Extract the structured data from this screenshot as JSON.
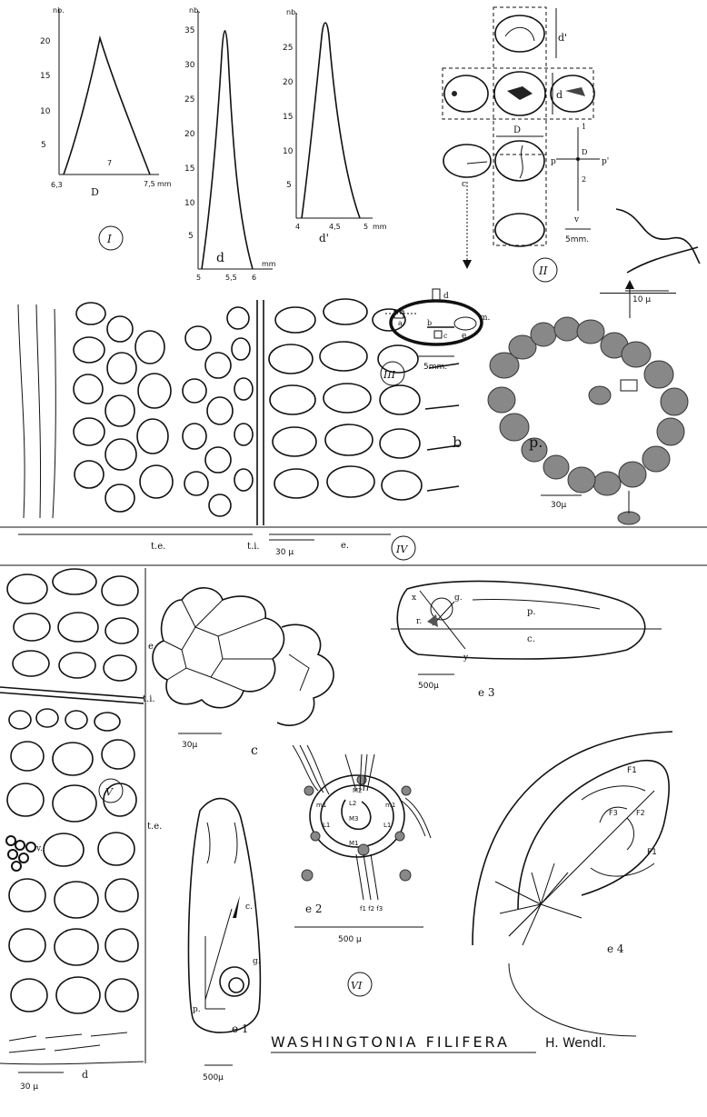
{
  "plate": {
    "title": "WASHINGTONIA FILIFERA",
    "author": "H. Wendl."
  },
  "roman_numerals": [
    "I",
    "II",
    "III",
    "IV",
    "V",
    "VI"
  ],
  "graph_I": {
    "y_unit": "nb.",
    "y_ticks": [
      "5",
      "10",
      "15",
      "20"
    ],
    "x_ticks": [
      "6,3",
      "7",
      "7,5"
    ],
    "x_unit": "mm",
    "var": "D"
  },
  "graph_d": {
    "y_unit": "nb.",
    "y_ticks": [
      "5",
      "10",
      "15",
      "20",
      "25",
      "30",
      "35"
    ],
    "x_ticks": [
      "5",
      "5,5",
      "6"
    ],
    "x_unit": "mm",
    "var": "d"
  },
  "graph_dp": {
    "y_unit": "nb.",
    "y_ticks": [
      "5",
      "10",
      "15",
      "20",
      "25"
    ],
    "x_ticks": [
      "4",
      "4,5",
      "5"
    ],
    "x_unit": "mm",
    "var": "d'"
  },
  "fig_II": {
    "labels": [
      "d'",
      "d",
      "D",
      "c",
      "p",
      "p'",
      "1",
      "2",
      "D",
      "v"
    ],
    "scale": "5mm."
  },
  "fig_III": {
    "labels": [
      "d",
      "a",
      "b",
      "c",
      "m.",
      "e"
    ],
    "scale": "5mm."
  },
  "fig_IV": {
    "labels": [
      "t.e.",
      "t.i.",
      "e.",
      "a",
      "b",
      "p."
    ],
    "scale_main": "30 μ",
    "scale_b": "30μ",
    "scale_detail": "10 μ"
  },
  "fig_V": {
    "labels": [
      "e.",
      "t.i.",
      "t.e.",
      "v.",
      "d",
      "c"
    ],
    "scale_left": "30 μ",
    "scale_c": "30μ"
  },
  "fig_VI": {
    "e3": {
      "labels": [
        "x",
        "g.",
        "r.",
        "y",
        "p.",
        "c."
      ],
      "name": "e 3",
      "scale": "500μ"
    },
    "e1": {
      "labels": [
        "c.",
        "g.",
        "p."
      ],
      "name": "e 1",
      "scale": "500μ"
    },
    "e2": {
      "labels": [
        "M2",
        "L2",
        "m1",
        "m1",
        "L1",
        "L1",
        "M3",
        "M1",
        "f1 f2 f3"
      ],
      "name": "e 2",
      "scale": "500 μ"
    },
    "e4": {
      "labels": [
        "F1",
        "F3",
        "F2",
        "F1"
      ],
      "name": "e 4"
    }
  }
}
